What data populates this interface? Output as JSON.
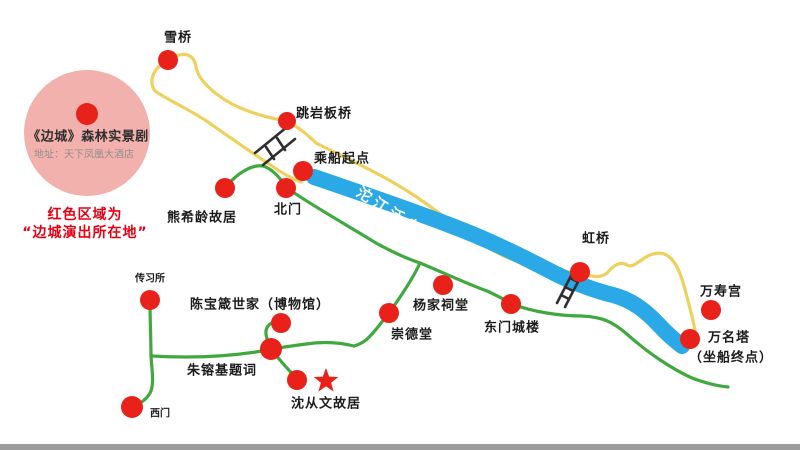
{
  "performance_area": {
    "title": "《边城》森林实景剧",
    "address": "地址：天下凤凰大酒店",
    "note_line1": "红色区域为",
    "note_line2": "“边城演出所在地”"
  },
  "river": {
    "label": "沱江泛舟"
  },
  "locations": [
    {
      "id": "xueqiao",
      "label": "雪桥"
    },
    {
      "id": "tiaoyanbanqiao",
      "label": "跳岩板桥"
    },
    {
      "id": "chengchuan-qidian",
      "label": "乘船起点"
    },
    {
      "id": "beimen",
      "label": "北门"
    },
    {
      "id": "xiongxiling-guju",
      "label": "熊希龄故居"
    },
    {
      "id": "hongqiao",
      "label": "虹桥"
    },
    {
      "id": "wanshougong",
      "label": "万寿宫"
    },
    {
      "id": "wanmingta",
      "label": "万名塔",
      "sublabel": "（坐船终点）"
    },
    {
      "id": "dongmen-chenglou",
      "label": "东门城楼"
    },
    {
      "id": "yangjia-citang",
      "label": "杨家祠堂"
    },
    {
      "id": "chongdetang",
      "label": "崇德堂"
    },
    {
      "id": "chenbaozhen-shijia",
      "label": "陈宝箴世家（博物馆）"
    },
    {
      "id": "zhurongji-tici",
      "label": "朱镕基题词"
    },
    {
      "id": "shencongwen-guju",
      "label": "沈从文故居"
    },
    {
      "id": "chuanxisuo",
      "label": "传习所"
    },
    {
      "id": "ximen",
      "label": "西门"
    }
  ],
  "colors": {
    "marker_red": "#e8221a",
    "area_pink": "#f3b1ad",
    "route_yellow": "#eed05c",
    "route_green": "#3fa83e",
    "river_blue": "#2aa9e6",
    "note_red": "#e60013",
    "text_dark": "#1c1c1c",
    "address_grey": "#8f8f8f",
    "bottom_bar_grey": "#9c9c9c"
  }
}
